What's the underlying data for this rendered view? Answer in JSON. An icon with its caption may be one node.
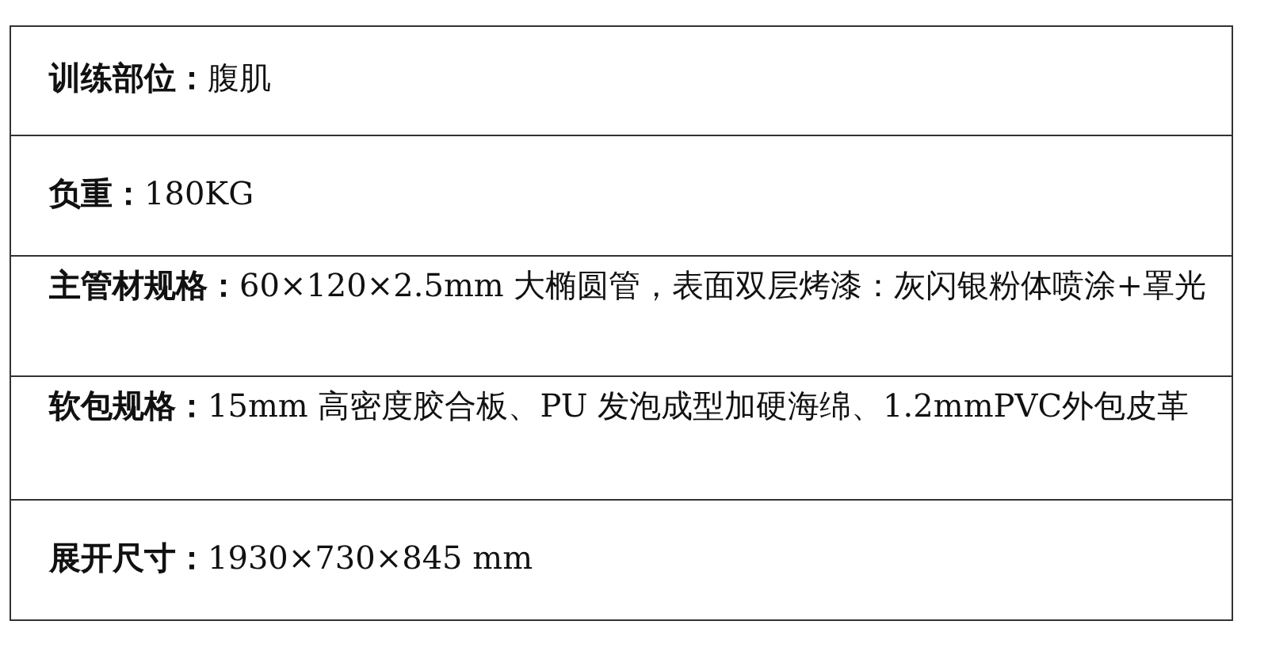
{
  "diagram": {
    "labels": [
      "**训练部位：**腹肌",
      "**负重：**180KG",
      "**主管材规格：**60×120×2.5mm 大椭圆管，表面双层烤漆：灰闪银粉体喷涂+罩光",
      "**软包规格：**15mm 高密度胶合板、PU 发泡成型加硬海绵、1.2mmPVC外包皮革",
      "**展开尺寸：**1930×730×845 mm"
    ]
  }
}
